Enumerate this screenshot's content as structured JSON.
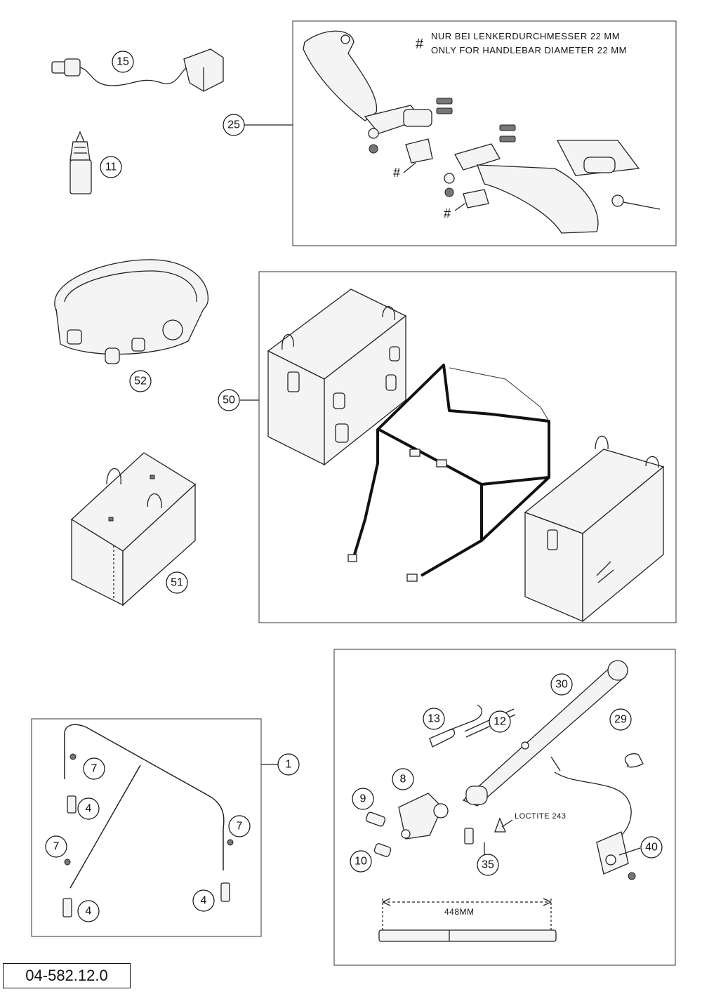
{
  "document_id": "04-582.12.0",
  "notes": {
    "hash_symbol": "#",
    "line_de": "NUR BEI LENKERDURCHMESSER 22 MM",
    "line_en": "ONLY FOR HANDLEBAR DIAMETER 22 MM",
    "loctite": "LOCTITE 243",
    "dimension": "448MM"
  },
  "callouts": {
    "c15": "15",
    "c11": "11",
    "c25": "25",
    "c52": "52",
    "c50": "50",
    "c51": "51",
    "c1": "1",
    "c7a": "7",
    "c7b": "7",
    "c7c": "7",
    "c4a": "4",
    "c4b": "4",
    "c4c": "4",
    "c30": "30",
    "c13": "13",
    "c12": "12",
    "c29": "29",
    "c8": "8",
    "c9": "9",
    "c10": "10",
    "c35": "35",
    "c40": "40"
  }
}
